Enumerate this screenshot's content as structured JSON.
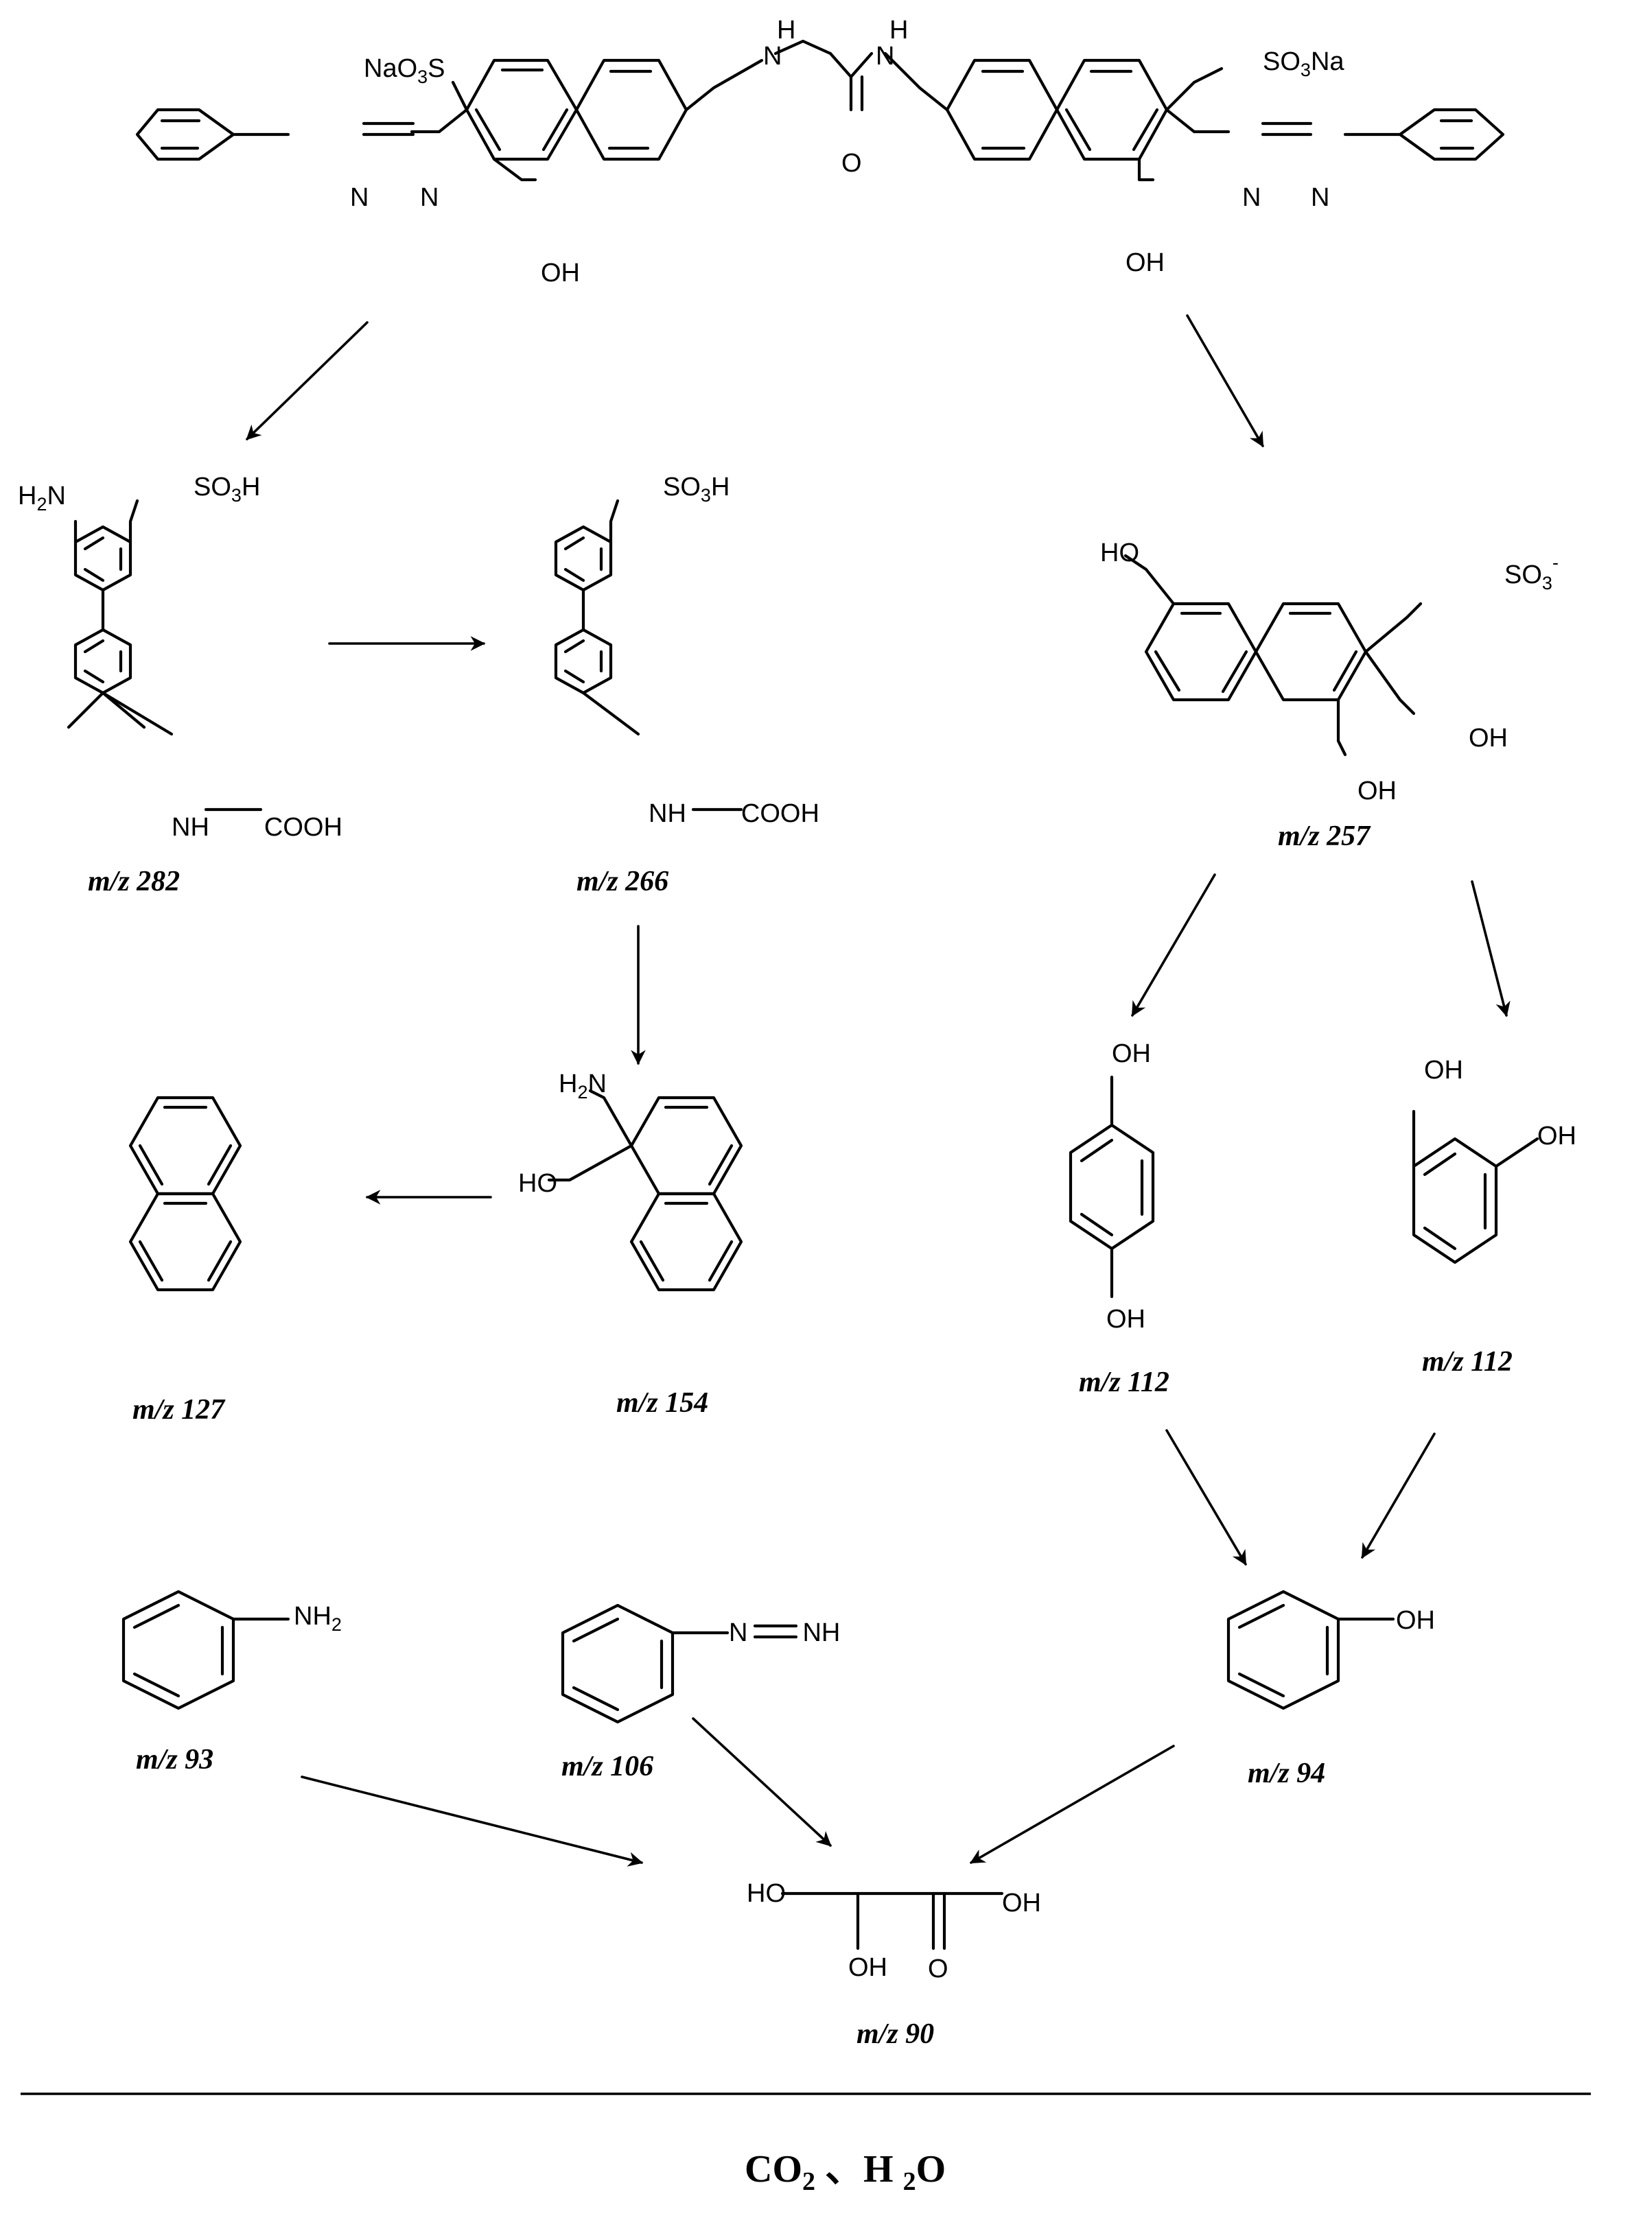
{
  "labels": {
    "naso3s_left": {
      "a": "NaO",
      "b": "3",
      "c": "S"
    },
    "so3na_right": {
      "a": "SO",
      "b": "3",
      "c": "Na"
    },
    "nh_left": "N",
    "nh_left_h": "H",
    "nh_right": "N",
    "nh_right_h": "H",
    "o_urea": "O",
    "oh_left": "OH",
    "oh_right": "OH",
    "n1_left": "N",
    "n2_left": "N",
    "n1_right": "N",
    "n2_right": "N",
    "h2n_282": {
      "a": "H",
      "b": "2",
      "c": "N"
    },
    "so3h_282": {
      "a": "SO",
      "b": "3",
      "c": "H"
    },
    "nhcooh_282": {
      "a": "NH",
      "b": "COOH"
    },
    "so3h_266": {
      "a": "SO",
      "b": "3",
      "c": "H"
    },
    "nhcooh_266": {
      "a": "NH",
      "b": "COOH"
    },
    "ho_257": "HO",
    "so3_257": {
      "a": "SO",
      "b": "3",
      "c": "-"
    },
    "oh_257_a": "OH",
    "oh_257_b": "OH",
    "h2n_154": {
      "a": "H",
      "b": "2",
      "c": "N"
    },
    "ho_154": "HO",
    "oh_hq_top": "OH",
    "oh_hq_bottom": "OH",
    "oh_cat_1": "OH",
    "oh_cat_2": "OH",
    "nh2_93": {
      "a": "NH",
      "b": "2"
    },
    "nnh_106": {
      "a": "N",
      "b": "NH"
    },
    "oh_94": "OH",
    "ho_90": "HO",
    "oh_90_a": "OH",
    "oh_90_b": "OH",
    "o_90": "O"
  },
  "mz_labels": {
    "mz282": "m/z 282",
    "mz266": "m/z 266",
    "mz257": "m/z 257",
    "mz154": "m/z 154",
    "mz127": "m/z 127",
    "mz112_a": "m/z 112",
    "mz112_b": "m/z 112",
    "mz93": "m/z 93",
    "mz106": "m/z 106",
    "mz94": "m/z 94",
    "mz90": "m/z 90"
  },
  "final_products": {
    "a": "CO",
    "b": "2",
    "c": " 、H ",
    "d": "2",
    "e": "O"
  }
}
